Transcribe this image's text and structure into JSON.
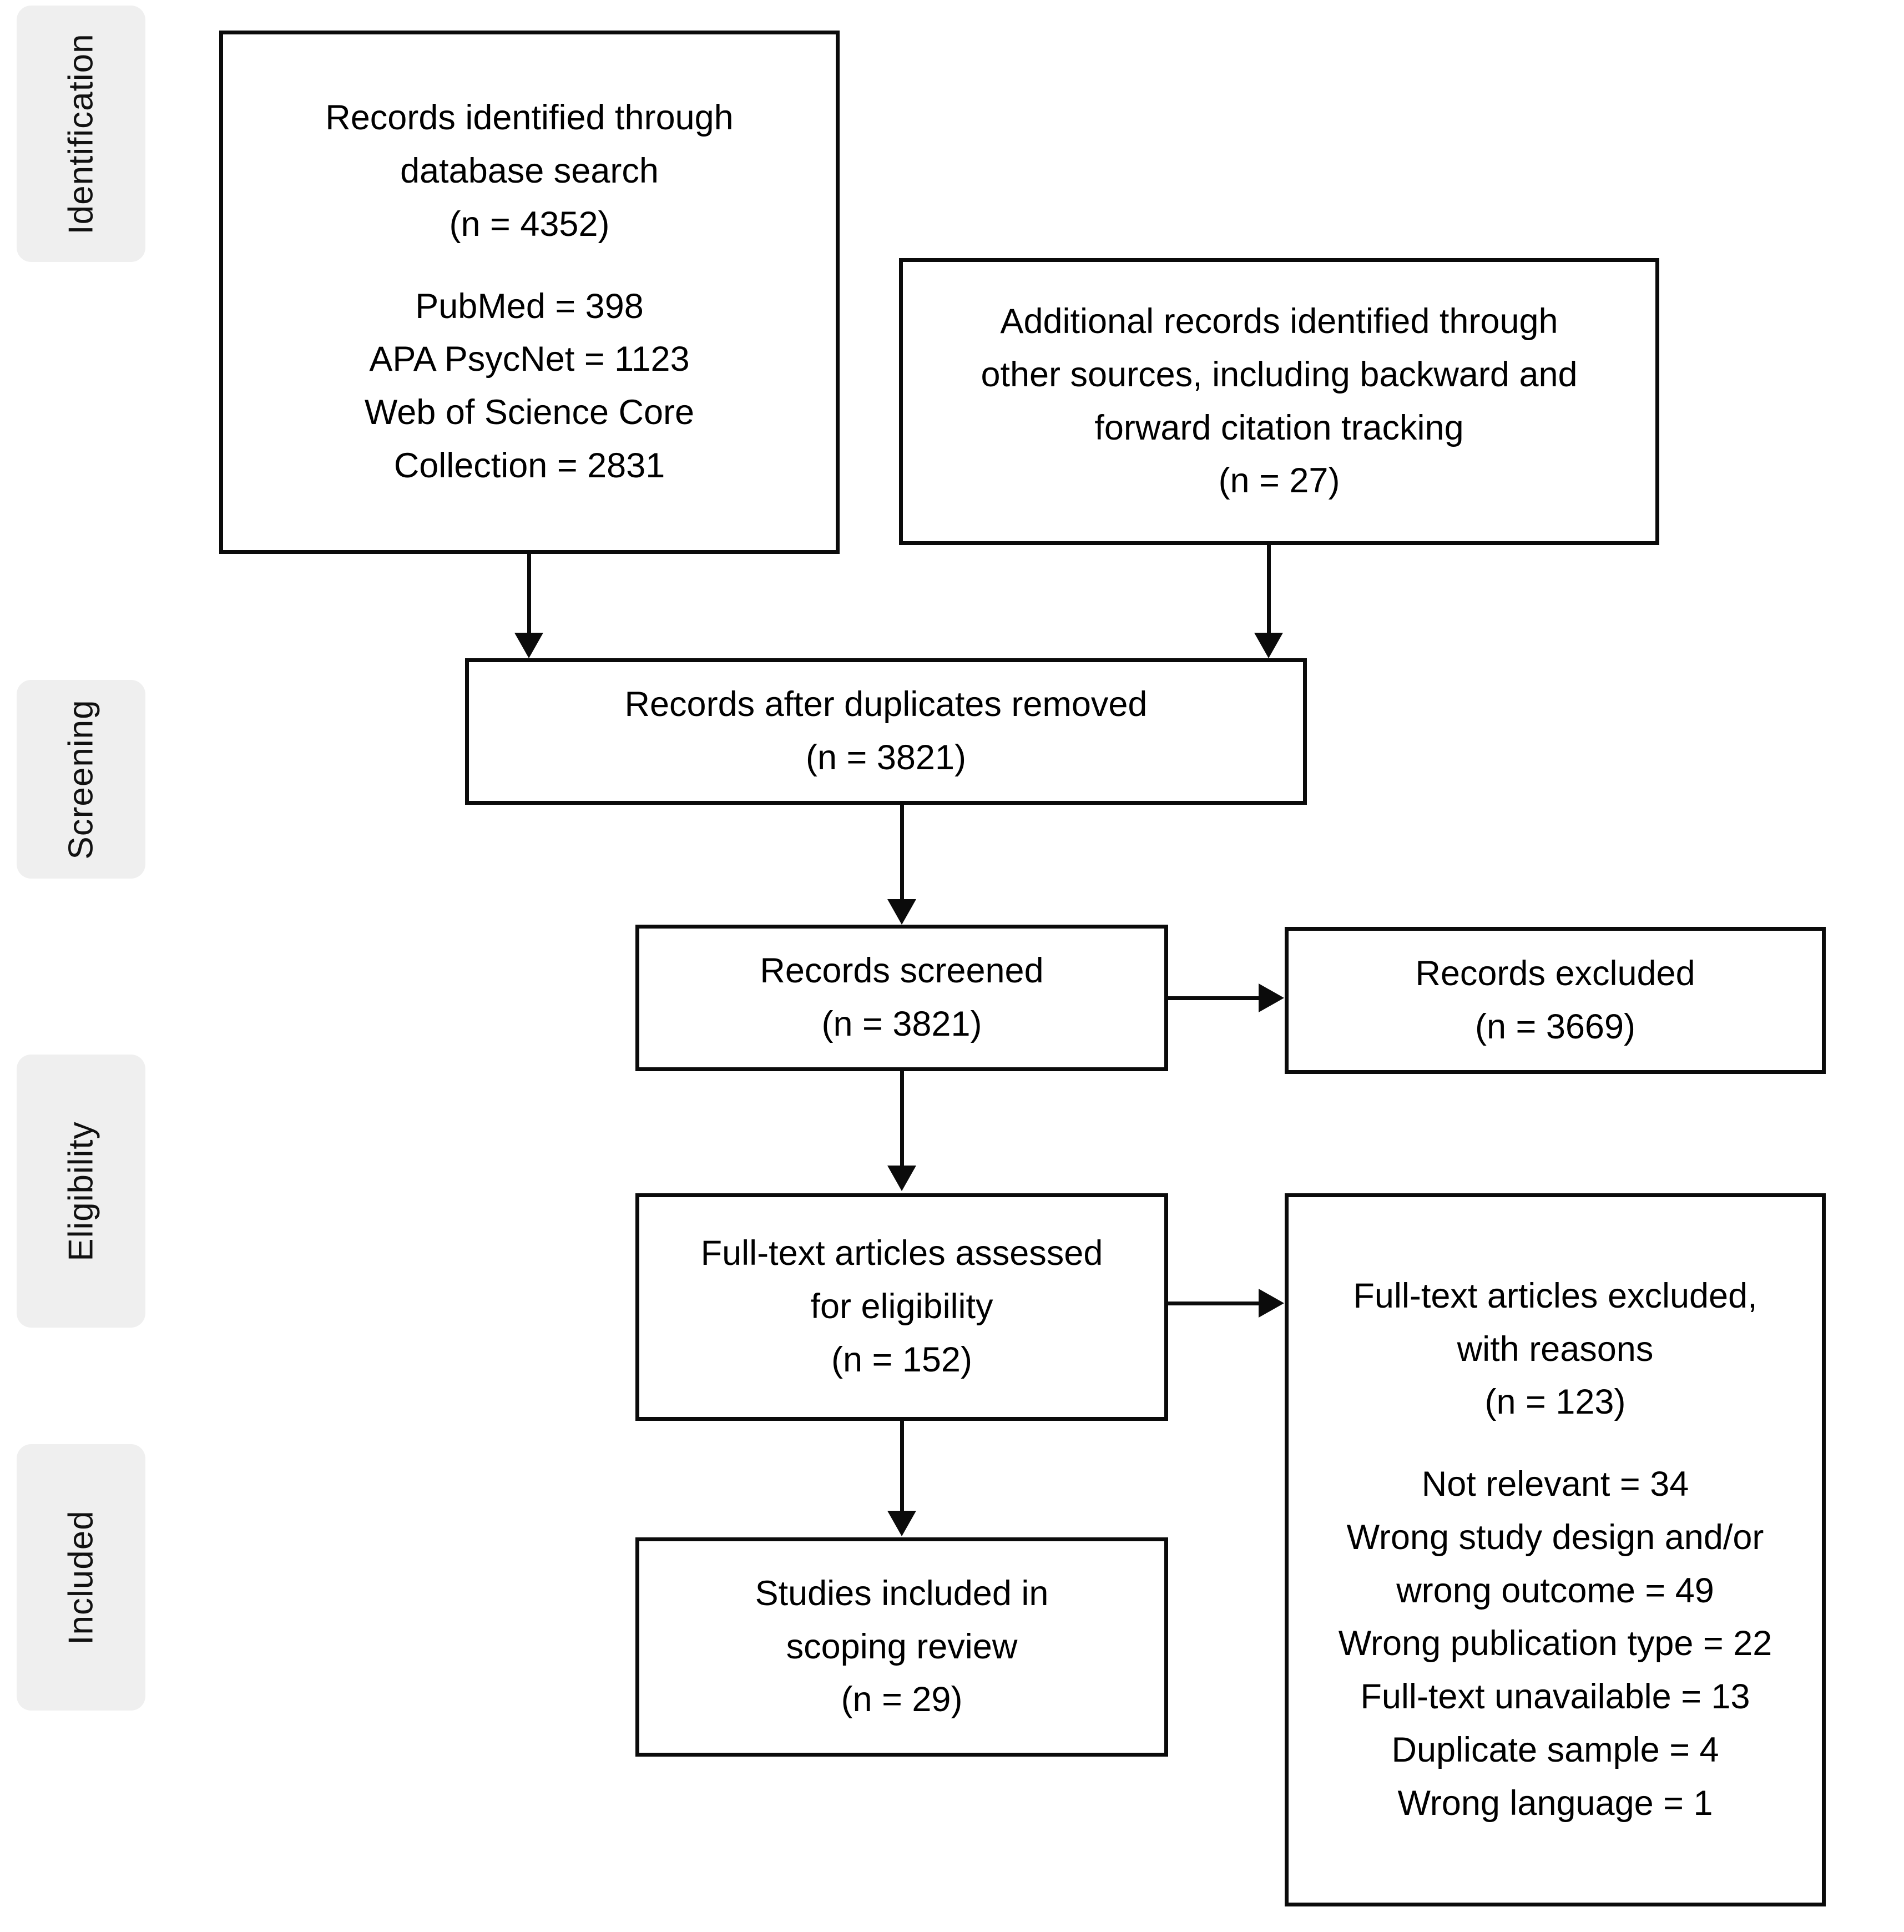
{
  "diagram": {
    "type": "prisma-flow-diagram",
    "phases": [
      {
        "id": "identification",
        "label": "Identification"
      },
      {
        "id": "screening",
        "label": "Screening"
      },
      {
        "id": "eligibility",
        "label": "Eligibility"
      },
      {
        "id": "included",
        "label": "Included"
      }
    ],
    "boxes": {
      "database_search": {
        "lines": [
          "Records identified through",
          "database search",
          "(n = 4352)"
        ],
        "detail_lines": [
          "PubMed = 398",
          "APA PsycNet = 1123",
          "Web of Science Core",
          "Collection = 2831"
        ]
      },
      "other_sources": {
        "lines": [
          "Additional records identified through",
          "other sources, including backward and",
          "forward citation tracking",
          "(n = 27)"
        ]
      },
      "duplicates_removed": {
        "lines": [
          "Records after duplicates removed",
          "(n = 3821)"
        ]
      },
      "records_screened": {
        "lines": [
          "Records screened",
          "(n = 3821)"
        ]
      },
      "records_excluded": {
        "lines": [
          "Records excluded",
          "(n = 3669)"
        ]
      },
      "fulltext_assessed": {
        "lines": [
          "Full-text articles assessed",
          "for eligibility",
          "(n = 152)"
        ]
      },
      "fulltext_excluded": {
        "lines": [
          "Full-text articles excluded,",
          "with reasons",
          "(n = 123)"
        ],
        "reason_lines": [
          "Not relevant = 34",
          "Wrong study design and/or",
          "wrong outcome = 49",
          "Wrong publication type = 22",
          "Full-text unavailable = 13",
          "Duplicate sample = 4",
          "Wrong language = 1"
        ]
      },
      "studies_included": {
        "lines": [
          "Studies included in",
          "scoping review",
          "(n = 29)"
        ]
      }
    },
    "colors": {
      "box_border": "#0b0b0b",
      "box_fill": "#ffffff",
      "phase_tab_fill": "#efefef",
      "text": "#000000",
      "background": "#ffffff"
    },
    "counts": {
      "database_total": 4352,
      "pubmed": 398,
      "apa_psycnet": 1123,
      "web_of_science_core_collection": 2831,
      "other_sources": 27,
      "after_duplicates": 3821,
      "screened": 3821,
      "excluded_at_screening": 3669,
      "fulltext_assessed": 152,
      "fulltext_excluded": 123,
      "not_relevant": 34,
      "wrong_design_or_outcome": 49,
      "wrong_publication_type": 22,
      "fulltext_unavailable": 13,
      "duplicate_sample": 4,
      "wrong_language": 1,
      "included": 29
    }
  }
}
